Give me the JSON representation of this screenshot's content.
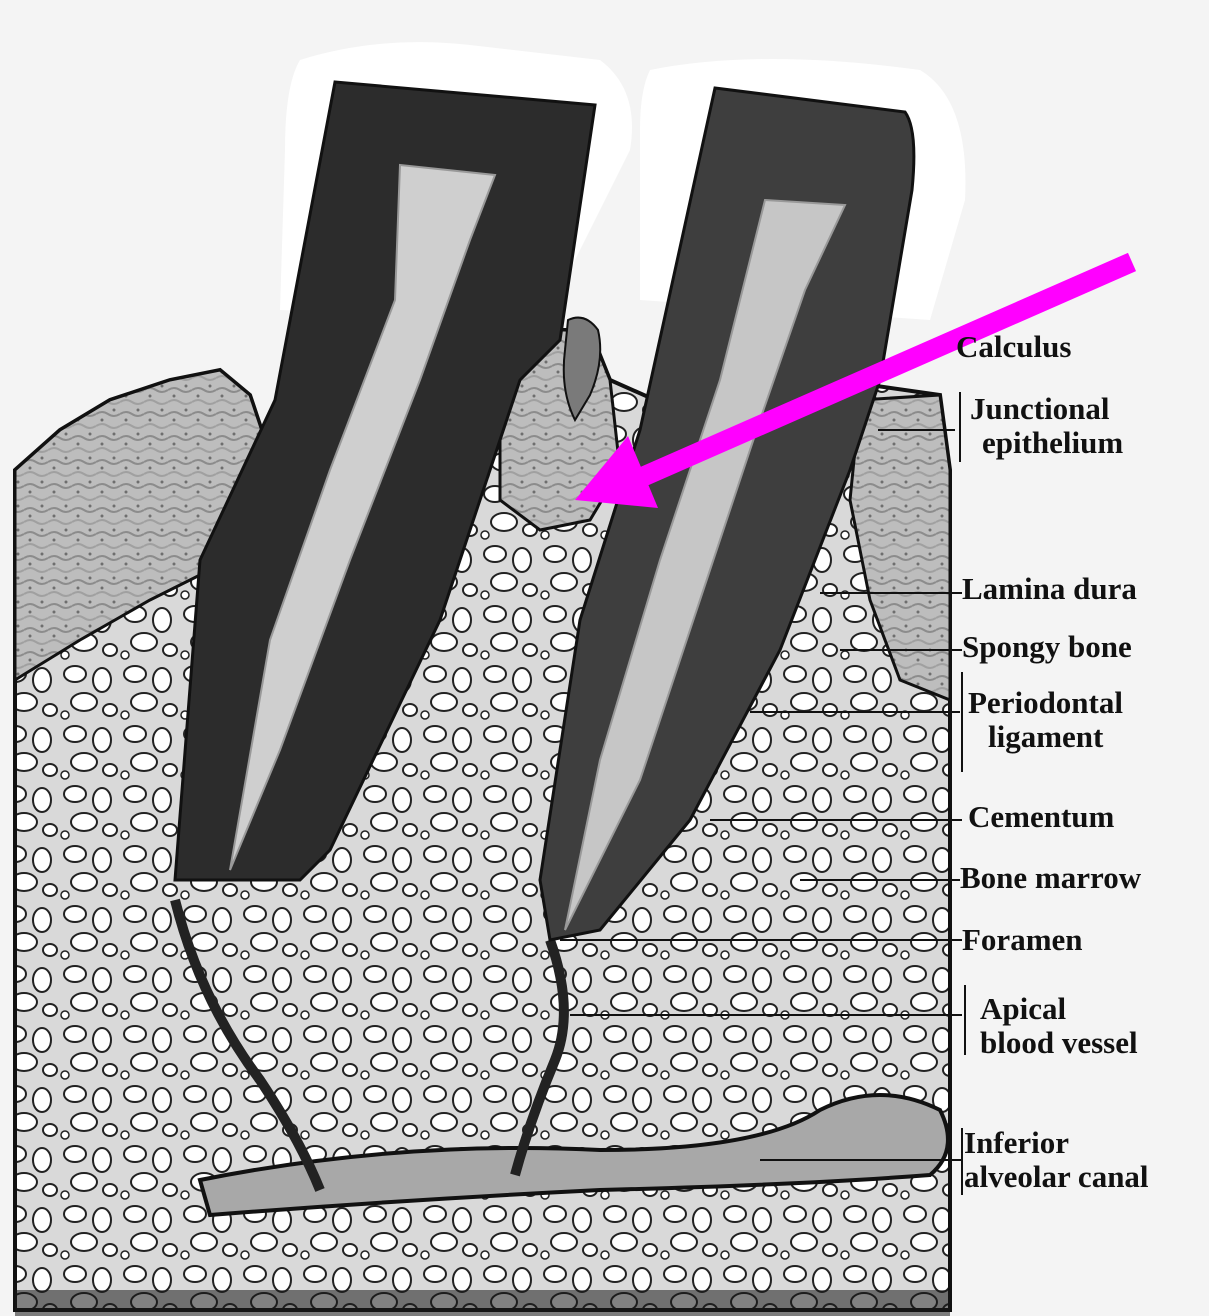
{
  "figure": {
    "labels": [
      {
        "id": "calculus",
        "lines": [
          "Calculus"
        ]
      },
      {
        "id": "junctional-epithelium",
        "lines": [
          "Junctional",
          "epithelium"
        ]
      },
      {
        "id": "lamina-dura",
        "lines": [
          "Lamina dura"
        ]
      },
      {
        "id": "spongy-bone",
        "lines": [
          "Spongy bone"
        ]
      },
      {
        "id": "periodontal-ligament",
        "lines": [
          "Periodontal",
          "ligament"
        ]
      },
      {
        "id": "cementum",
        "lines": [
          "Cementum"
        ]
      },
      {
        "id": "bone-marrow",
        "lines": [
          "Bone marrow"
        ]
      },
      {
        "id": "foramen",
        "lines": [
          "Foramen"
        ]
      },
      {
        "id": "apical-blood-vessel",
        "lines": [
          "Apical",
          "blood vessel"
        ]
      },
      {
        "id": "inferior-alveolar-canal",
        "lines": [
          "Inferior",
          "alveolar canal"
        ]
      }
    ],
    "pointer": {
      "color": "#ff00ff",
      "points_to": "Calculus"
    },
    "colors": {
      "background": "#f4f4f4",
      "dentin": "#2c2c2c",
      "pulp": "#cfcfcf",
      "enamel": "#ffffff",
      "ink": "#111111"
    }
  }
}
